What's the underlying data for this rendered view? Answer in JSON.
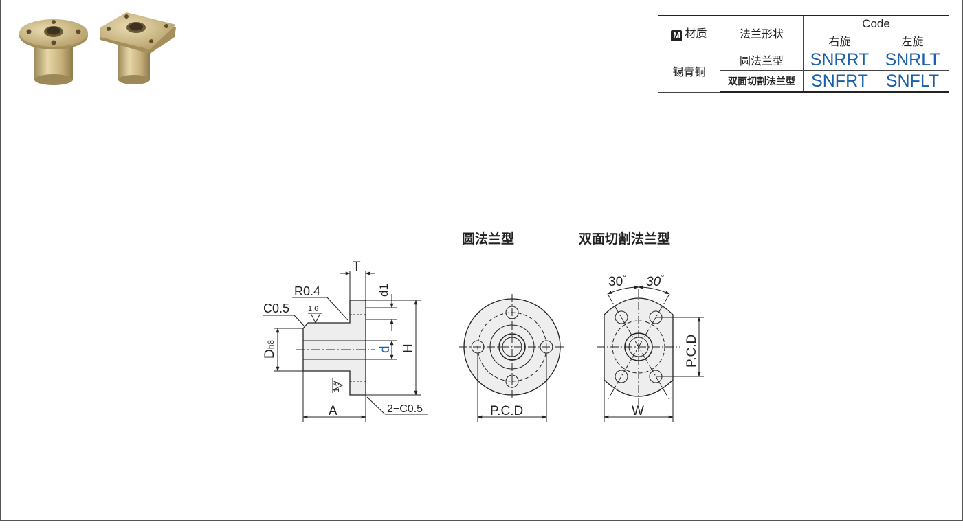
{
  "spec_table": {
    "material_label": "材质",
    "material_icon": "M",
    "shape_label": "法兰形状",
    "code_label": "Code",
    "right_hand": "右旋",
    "left_hand": "左旋",
    "material_value": "锡青铜",
    "rows": [
      {
        "shape": "圆法兰型",
        "right_code": "SNRRT",
        "left_code": "SNRLT"
      },
      {
        "shape": "双面切割法兰型",
        "right_code": "SNFRT",
        "left_code": "SNFLT"
      }
    ]
  },
  "diagrams": {
    "round_flange_title": "圆法兰型",
    "cut_flange_title": "双面切割法兰型",
    "side_view": {
      "T": "T",
      "d1": "d1",
      "r": "R0.4",
      "c": "C0.5",
      "roughness_top": "1.6",
      "roughness_bottom": "1.6",
      "D": "D",
      "D_sub": "h8",
      "d": "d",
      "H": "H",
      "A": "A",
      "chamfer2": "2−C0.5"
    },
    "round_view": {
      "pcd": "P.C.D"
    },
    "cut_view": {
      "angle_left": "30",
      "angle_right": "30",
      "pcd": "P.C.D",
      "W": "W"
    }
  },
  "colors": {
    "code_blue": "#1a5fa8",
    "dim_blue": "#1a5fa8",
    "bronze": "#c9b27a"
  }
}
